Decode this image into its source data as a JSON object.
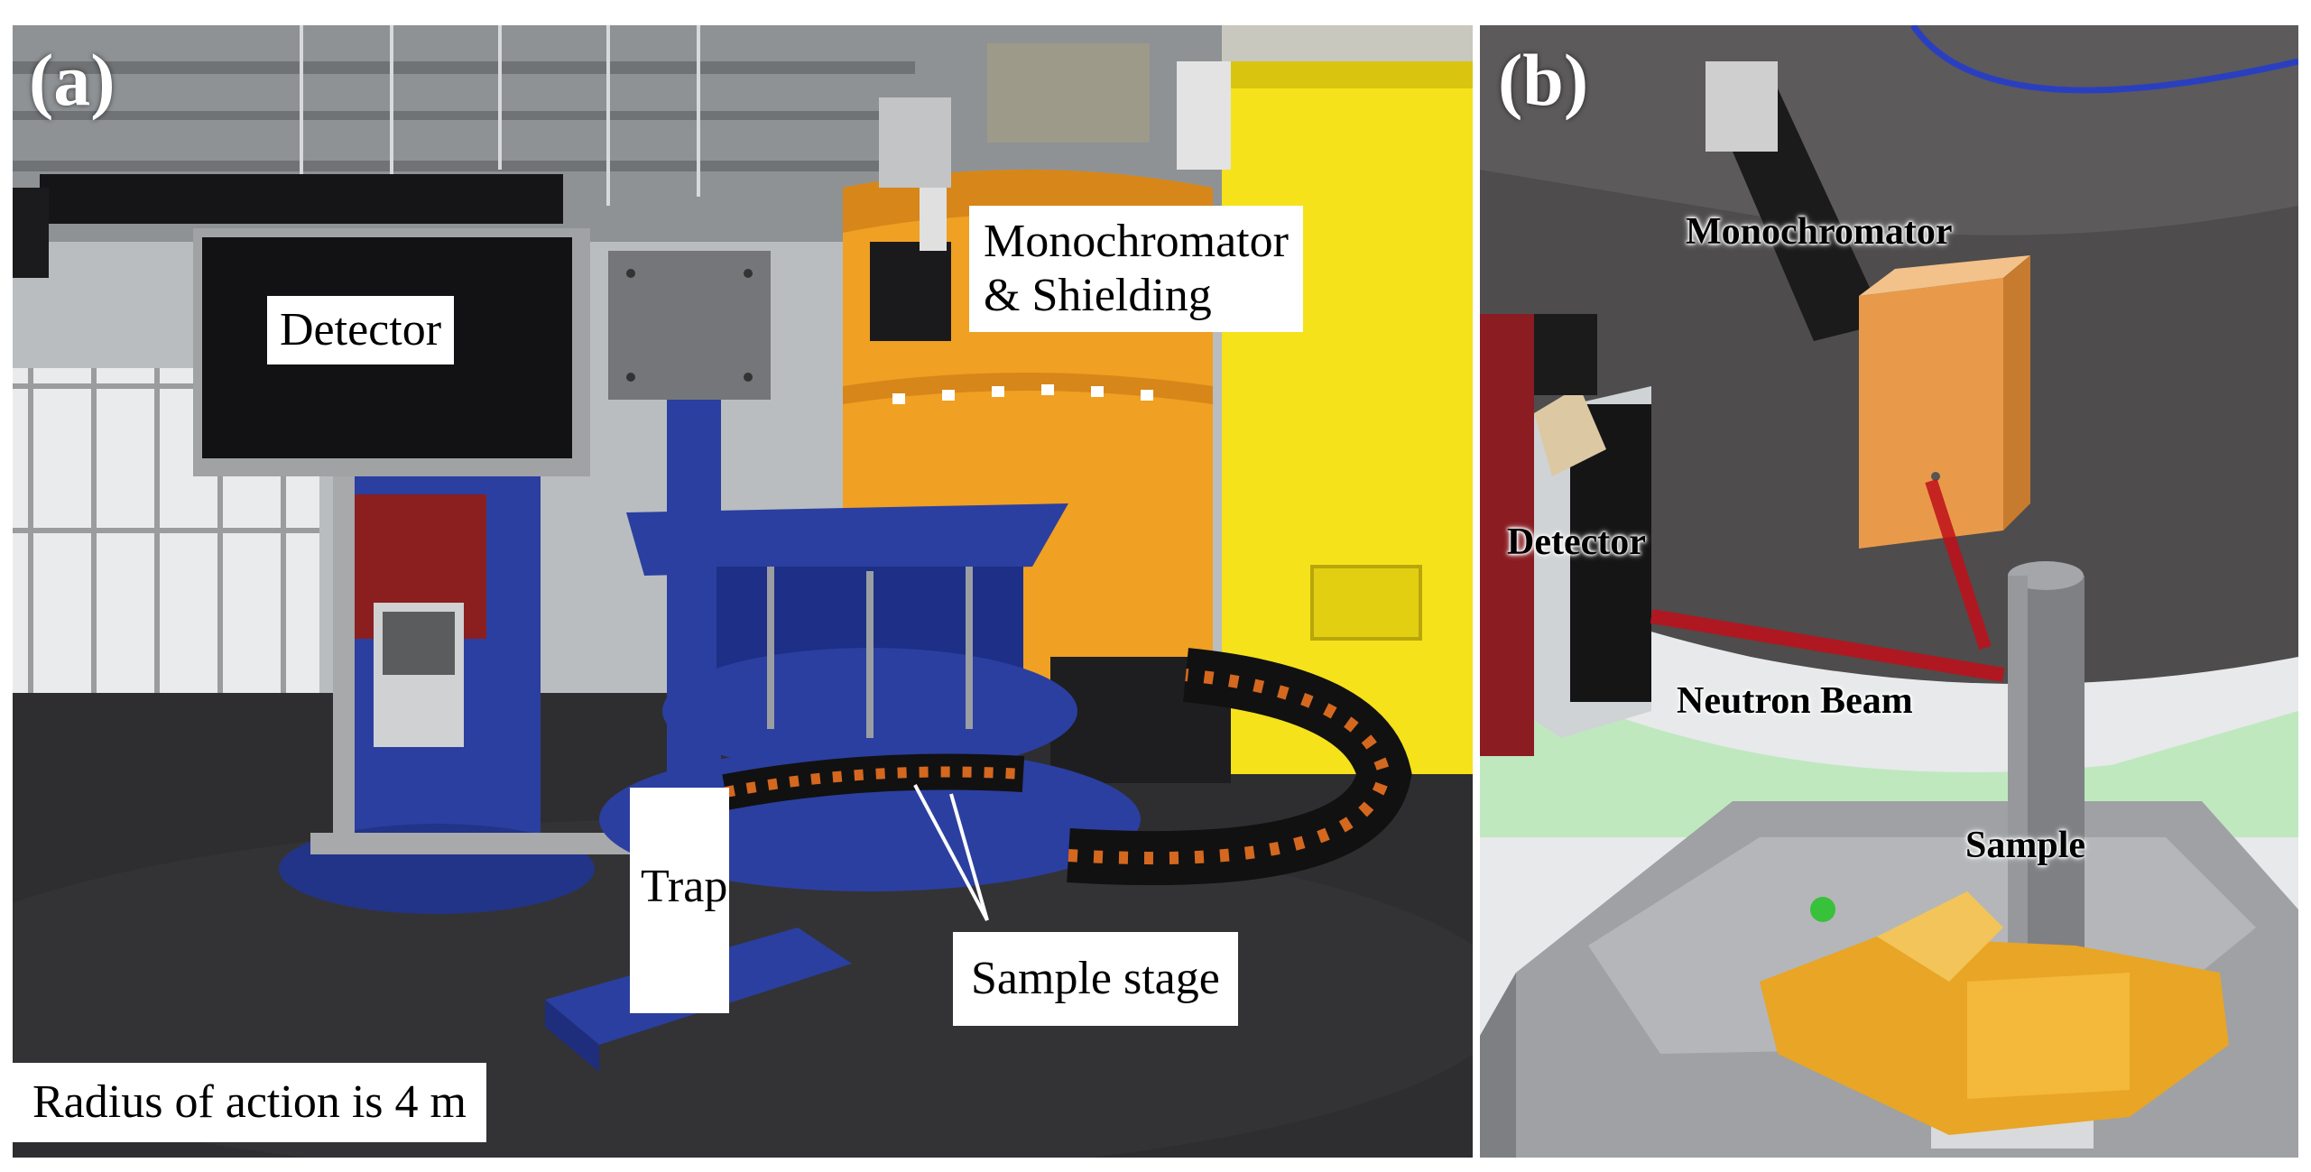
{
  "panel_a": {
    "letter": "(a)",
    "labels": {
      "detector": "Detector",
      "monochromator_line1": "Monochromator",
      "monochromator_line2": "& Shielding",
      "trap": "Trap",
      "sample_stage": "Sample stage",
      "radius": "Radius of action is 4 m"
    }
  },
  "panel_b": {
    "letter": "(b)",
    "labels": {
      "monochromator": "Monochromator",
      "detector": "Detector",
      "neutron_beam": "Neutron Beam",
      "sample": "Sample"
    }
  },
  "colors": {
    "instrument_blue": "#2b3fa0",
    "shielding_orange": "#f0a022",
    "shielding_yellow": "#f5e21b",
    "beam_red": "#c0101a",
    "floor_dark": "#2e2e30",
    "cad_grey": "#8d8f93",
    "cad_gold": "#e8a526"
  }
}
